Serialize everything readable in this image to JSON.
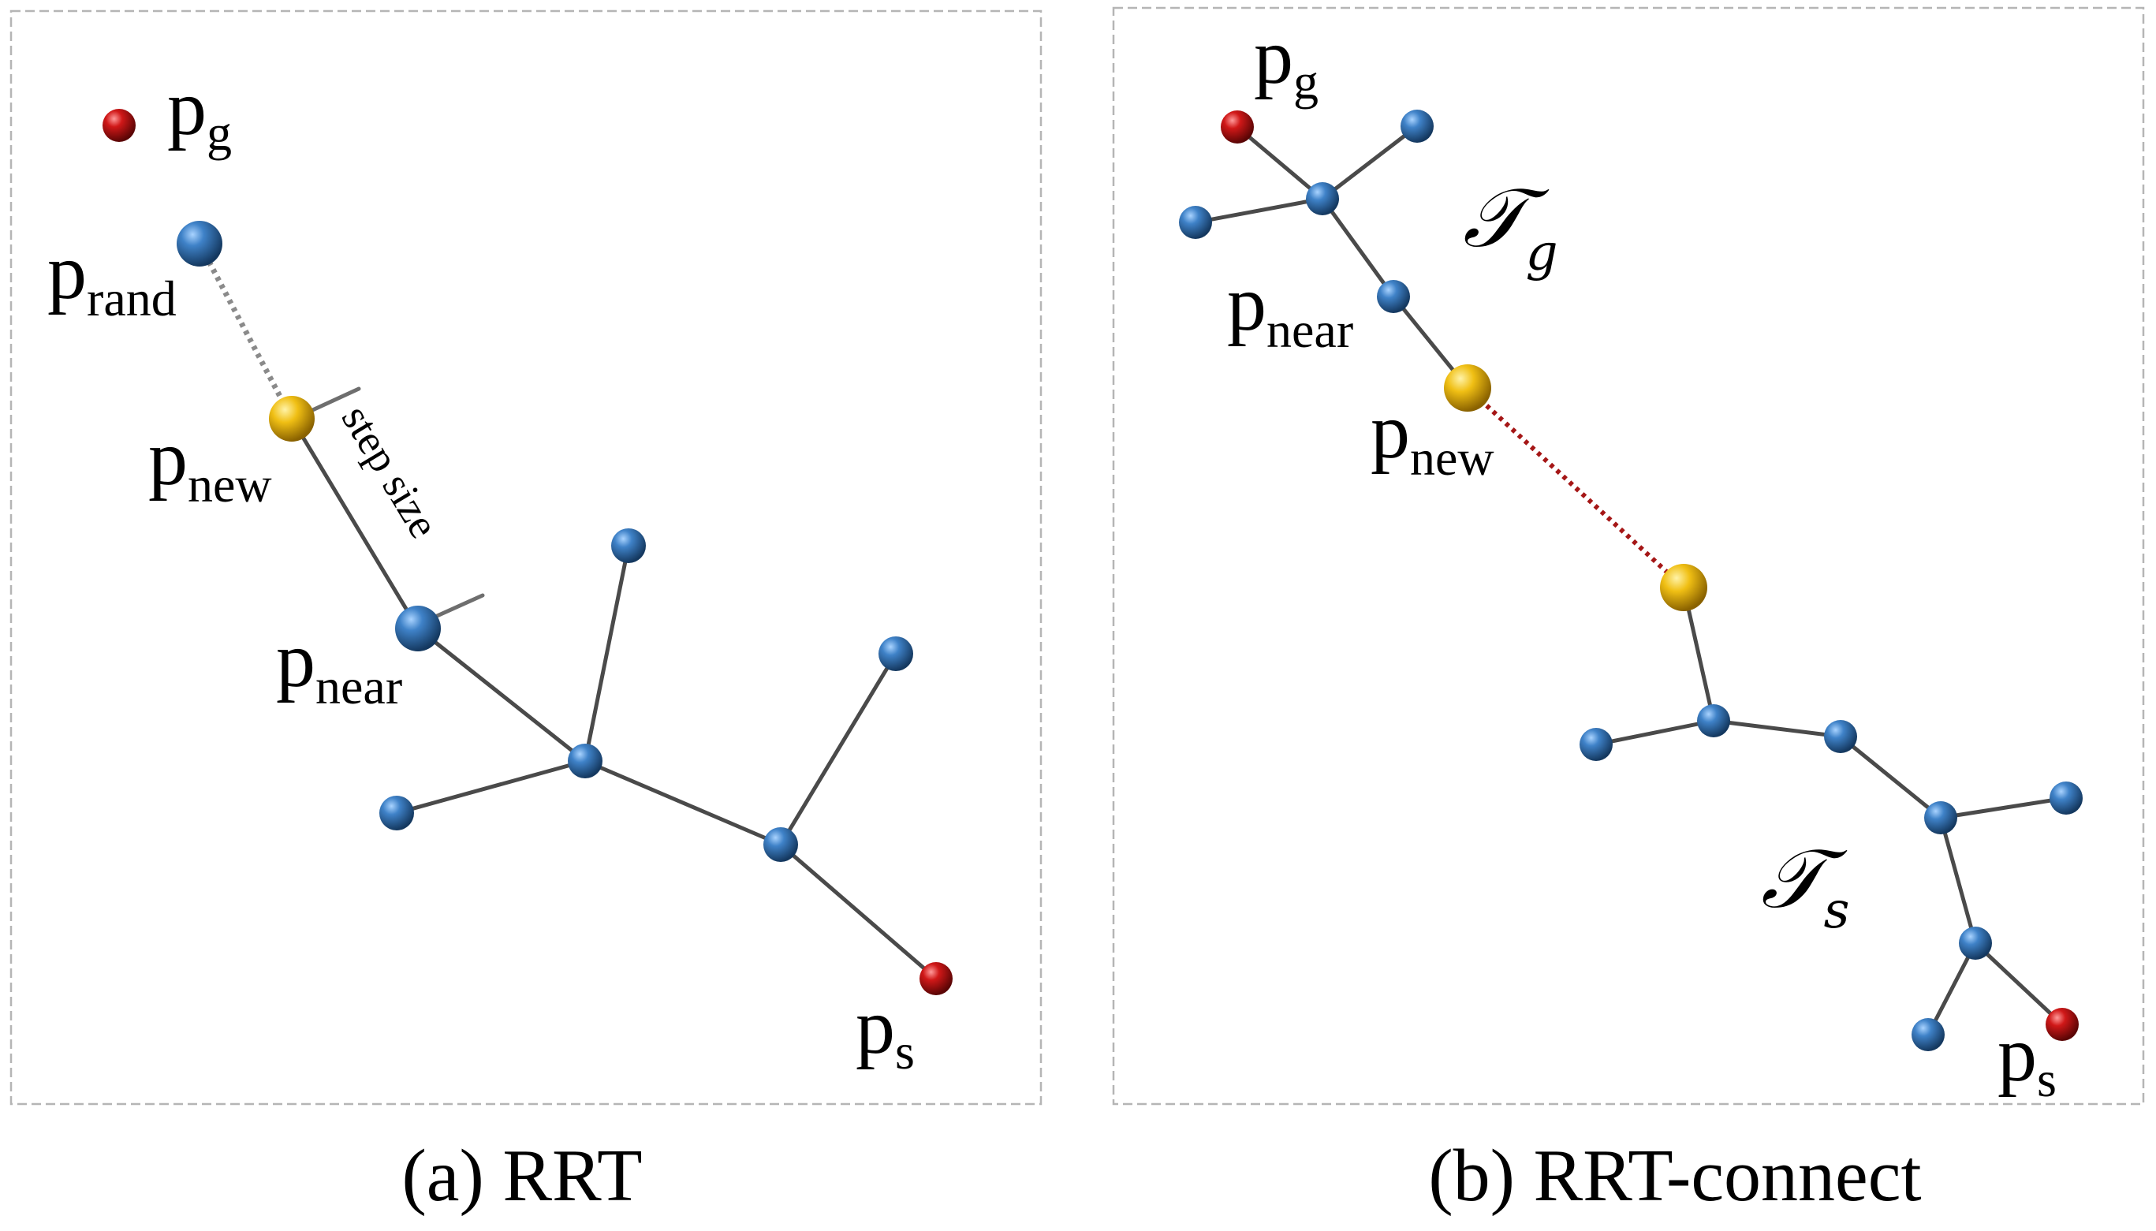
{
  "colors": {
    "blue_node": "#2f6fb4",
    "red_node": "#b31212",
    "yellow_node": "#e8b410",
    "edge": "#4a4a4a"
  },
  "panel_a": {
    "caption": "(a) RRT",
    "labels": {
      "goal_main": "p",
      "goal_sub": "g",
      "rand_main": "p",
      "rand_sub": "rand",
      "new_main": "p",
      "new_sub": "new",
      "near_main": "p",
      "near_sub": "near",
      "start_main": "p",
      "start_sub": "s",
      "step": "step size"
    }
  },
  "panel_b": {
    "caption": "(b) RRT-connect",
    "labels": {
      "goal_main": "p",
      "goal_sub": "g",
      "near_main": "p",
      "near_sub": "near",
      "new_main": "p",
      "new_sub": "new",
      "start_main": "p",
      "start_sub": "s",
      "tree_g_main": "𝒯",
      "tree_g_sub": "g",
      "tree_s_main": "𝒯",
      "tree_s_sub": "s"
    }
  }
}
